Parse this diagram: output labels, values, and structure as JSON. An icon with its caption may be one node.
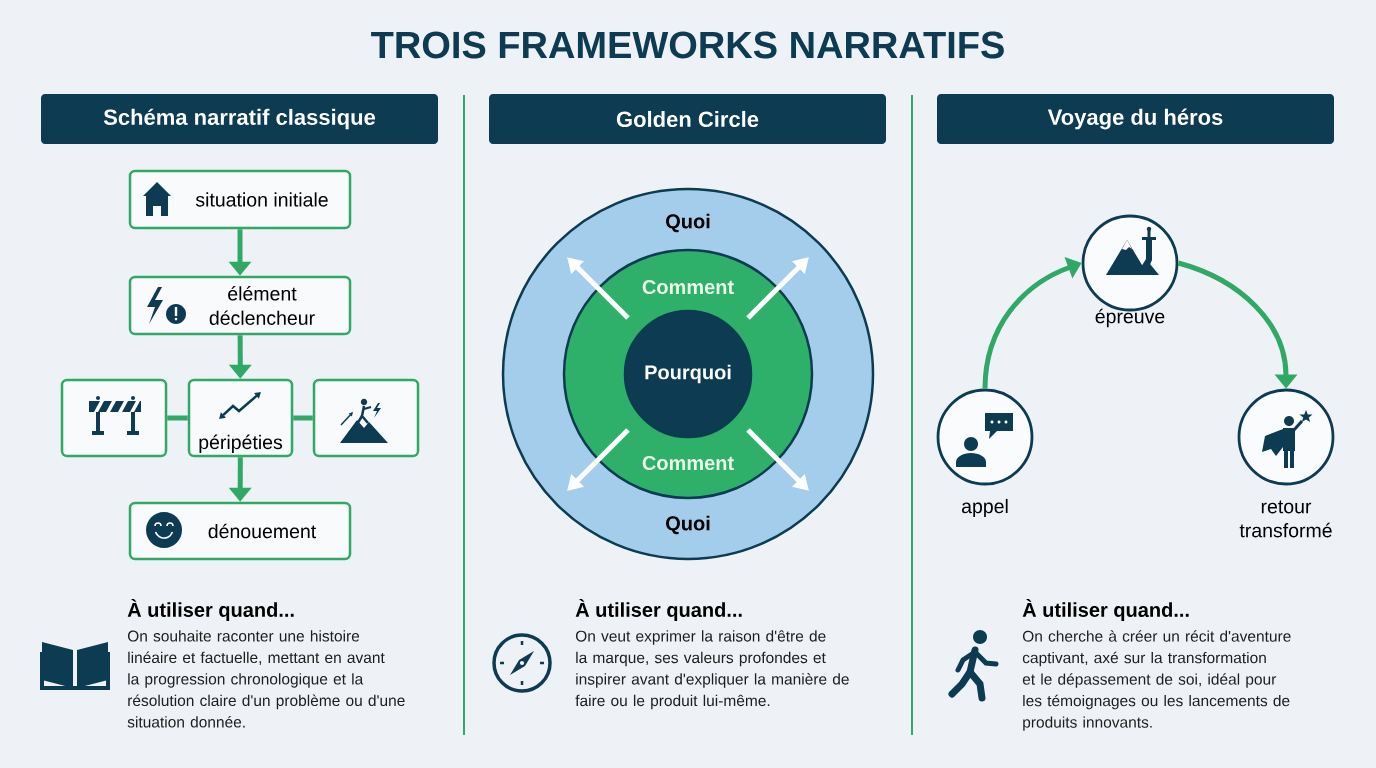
{
  "diagram": {
    "title": "TROIS FRAMEWORKS NARRATIFS",
    "nodes": [
      {
        "text": [
          "Schéma narratif classique"
        ]
      },
      {
        "text": [
          "Golden Circle"
        ]
      },
      {
        "text": [
          "Voyage du héros"
        ]
      },
      {
        "text": [
          "situation initiale"
        ]
      },
      {
        "text": [
          "élément déclencheur"
        ]
      },
      {
        "text": [],
        "shape": "box"
      },
      {
        "text": [
          "péripéties"
        ]
      },
      {
        "text": [],
        "shape": "box"
      },
      {
        "text": [
          "dénouement"
        ]
      },
      {
        "text": [
          "Quoi",
          "Quoi"
        ]
      },
      {
        "text": [
          "Comment",
          "Comment"
        ],
        "in": 9
      },
      {
        "text": [
          "Pourquoi"
        ],
        "in": 10
      },
      {
        "text": [
          "appel"
        ]
      },
      {
        "text": [
          "épreuve"
        ]
      },
      {
        "text": [
          "retour transformé"
        ]
      }
    ],
    "edges": [
      {
        "from": 3,
        "to": 4,
        "arrow": "to"
      },
      {
        "from": 4,
        "to": 6,
        "arrow": "to"
      },
      {
        "from": 5,
        "to": 6,
        "arrow": "none"
      },
      {
        "from": 6,
        "to": 7,
        "arrow": "none"
      },
      {
        "from": 6,
        "to": 8,
        "arrow": "to"
      },
      {
        "from": 12,
        "to": 13,
        "arrow": "to"
      },
      {
        "from": 13,
        "to": 14,
        "arrow": "to"
      }
    ],
    "labels": [
      "À utiliser quand...",
      "On souhaite raconter une histoire linéaire et factuelle, mettant en avant la progression chronologique et la résolution claire d'un problème ou d'une situation donnée.",
      "À utiliser quand...",
      "On veut exprimer la raison d'être de la marque, ses valeurs profondes et inspirer avant d'expliquer la manière de faire ou le produit lui-même.",
      "À utiliser quand...",
      "On cherche à créer un récit d'aventure captivant, axé sur la transformation et le dépassement de soi, idéal pour les témoignages ou les lancements de produits innovants."
    ]
  }
}
